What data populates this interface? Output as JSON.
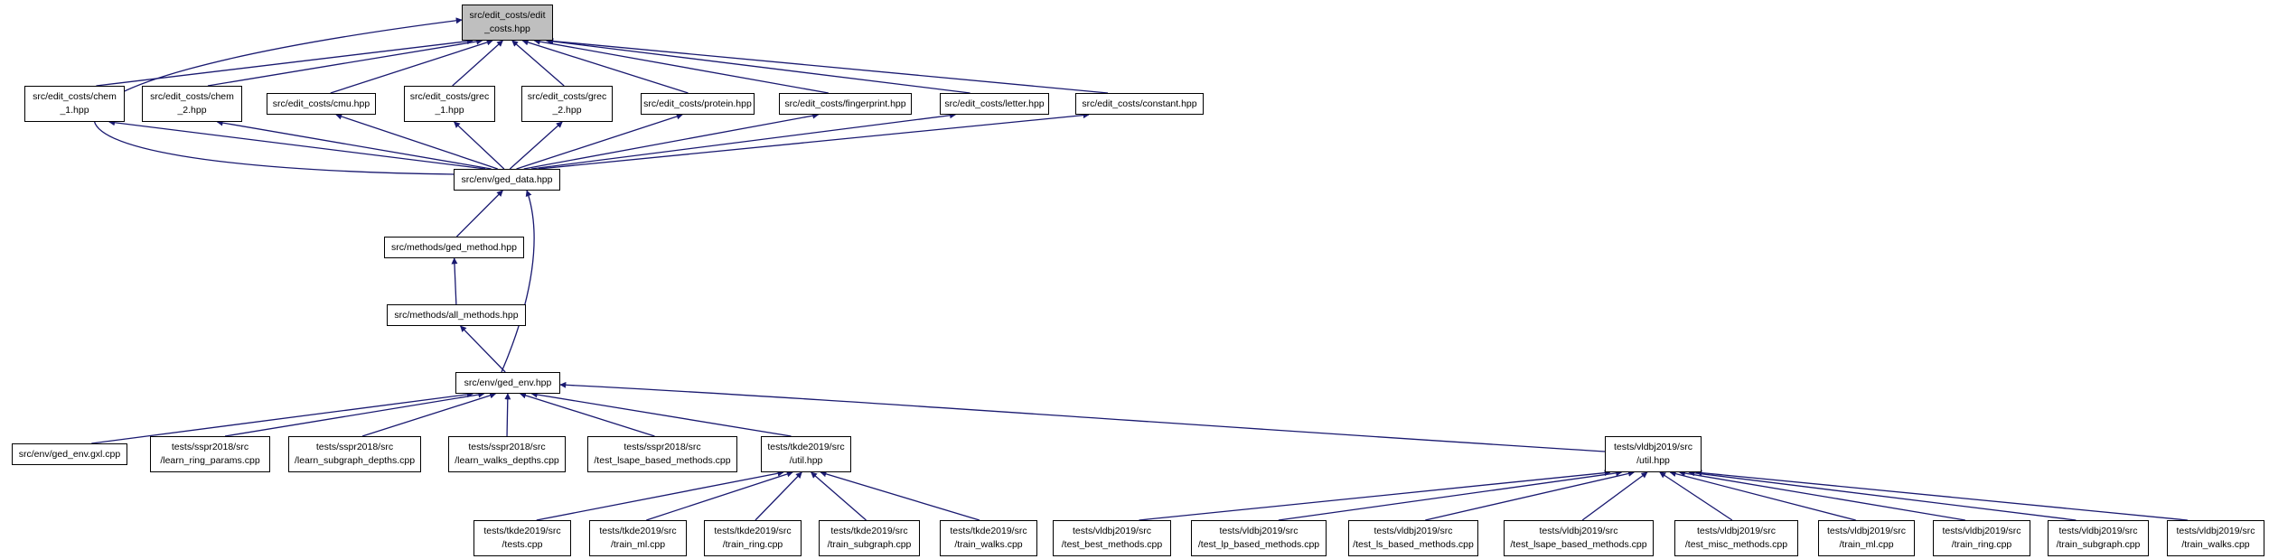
{
  "diagram": {
    "type": "include-dependency-graph",
    "colors": {
      "edge": "#191970",
      "node_border": "#000000",
      "node_fill": "#ffffff",
      "root_fill": "#bfbfbf"
    },
    "nodes": [
      {
        "id": "root",
        "lines": [
          "src/edit_costs/edit",
          "_costs.hpp"
        ],
        "root": true
      },
      {
        "id": "chem1",
        "lines": [
          "src/edit_costs/chem",
          "_1.hpp"
        ]
      },
      {
        "id": "chem2",
        "lines": [
          "src/edit_costs/chem",
          "_2.hpp"
        ]
      },
      {
        "id": "cmu",
        "lines": [
          "src/edit_costs/cmu.hpp"
        ]
      },
      {
        "id": "grec1",
        "lines": [
          "src/edit_costs/grec",
          "_1.hpp"
        ]
      },
      {
        "id": "grec2",
        "lines": [
          "src/edit_costs/grec",
          "_2.hpp"
        ]
      },
      {
        "id": "protein",
        "lines": [
          "src/edit_costs/protein.hpp"
        ]
      },
      {
        "id": "fingerprint",
        "lines": [
          "src/edit_costs/fingerprint.hpp"
        ]
      },
      {
        "id": "letter",
        "lines": [
          "src/edit_costs/letter.hpp"
        ]
      },
      {
        "id": "constant",
        "lines": [
          "src/edit_costs/constant.hpp"
        ]
      },
      {
        "id": "ged_data",
        "lines": [
          "src/env/ged_data.hpp"
        ]
      },
      {
        "id": "ged_method",
        "lines": [
          "src/methods/ged_method.hpp"
        ]
      },
      {
        "id": "all_methods",
        "lines": [
          "src/methods/all_methods.hpp"
        ]
      },
      {
        "id": "ged_env",
        "lines": [
          "src/env/ged_env.hpp"
        ]
      },
      {
        "id": "ged_env_gxl",
        "lines": [
          "src/env/ged_env.gxl.cpp"
        ]
      },
      {
        "id": "ssrp_ring",
        "lines": [
          "tests/sspr2018/src",
          "/learn_ring_params.cpp"
        ]
      },
      {
        "id": "ssrp_subgraph",
        "lines": [
          "tests/sspr2018/src",
          "/learn_subgraph_depths.cpp"
        ]
      },
      {
        "id": "ssrp_walks",
        "lines": [
          "tests/sspr2018/src",
          "/learn_walks_depths.cpp"
        ]
      },
      {
        "id": "ssrp_lsape",
        "lines": [
          "tests/sspr2018/src",
          "/test_lsape_based_methods.cpp"
        ]
      },
      {
        "id": "tkde_util",
        "lines": [
          "tests/tkde2019/src",
          "/util.hpp"
        ]
      },
      {
        "id": "vldbj_util",
        "lines": [
          "tests/vldbj2019/src",
          "/util.hpp"
        ]
      },
      {
        "id": "tkde_tests",
        "lines": [
          "tests/tkde2019/src",
          "/tests.cpp"
        ]
      },
      {
        "id": "tkde_train_ml",
        "lines": [
          "tests/tkde2019/src",
          "/train_ml.cpp"
        ]
      },
      {
        "id": "tkde_train_ring",
        "lines": [
          "tests/tkde2019/src",
          "/train_ring.cpp"
        ]
      },
      {
        "id": "tkde_train_subgraph",
        "lines": [
          "tests/tkde2019/src",
          "/train_subgraph.cpp"
        ]
      },
      {
        "id": "tkde_train_walks",
        "lines": [
          "tests/tkde2019/src",
          "/train_walks.cpp"
        ]
      },
      {
        "id": "vldbj_best",
        "lines": [
          "tests/vldbj2019/src",
          "/test_best_methods.cpp"
        ]
      },
      {
        "id": "vldbj_lp",
        "lines": [
          "tests/vldbj2019/src",
          "/test_lp_based_methods.cpp"
        ]
      },
      {
        "id": "vldbj_ls",
        "lines": [
          "tests/vldbj2019/src",
          "/test_ls_based_methods.cpp"
        ]
      },
      {
        "id": "vldbj_lsape",
        "lines": [
          "tests/vldbj2019/src",
          "/test_lsape_based_methods.cpp"
        ]
      },
      {
        "id": "vldbj_misc",
        "lines": [
          "tests/vldbj2019/src",
          "/test_misc_methods.cpp"
        ]
      },
      {
        "id": "vldbj_train_ml",
        "lines": [
          "tests/vldbj2019/src",
          "/train_ml.cpp"
        ]
      },
      {
        "id": "vldbj_train_ring",
        "lines": [
          "tests/vldbj2019/src",
          "/train_ring.cpp"
        ]
      },
      {
        "id": "vldbj_train_subgraph",
        "lines": [
          "tests/vldbj2019/src",
          "/train_subgraph.cpp"
        ]
      },
      {
        "id": "vldbj_train_walks",
        "lines": [
          "tests/vldbj2019/src",
          "/train_walks.cpp"
        ]
      }
    ],
    "edges": [
      [
        "chem1",
        "root"
      ],
      [
        "chem2",
        "root"
      ],
      [
        "cmu",
        "root"
      ],
      [
        "grec1",
        "root"
      ],
      [
        "grec2",
        "root"
      ],
      [
        "protein",
        "root"
      ],
      [
        "fingerprint",
        "root"
      ],
      [
        "letter",
        "root"
      ],
      [
        "constant",
        "root"
      ],
      [
        "ged_data",
        "root"
      ],
      [
        "ged_data",
        "chem1"
      ],
      [
        "ged_data",
        "chem2"
      ],
      [
        "ged_data",
        "cmu"
      ],
      [
        "ged_data",
        "grec1"
      ],
      [
        "ged_data",
        "grec2"
      ],
      [
        "ged_data",
        "protein"
      ],
      [
        "ged_data",
        "fingerprint"
      ],
      [
        "ged_data",
        "letter"
      ],
      [
        "ged_data",
        "constant"
      ],
      [
        "ged_method",
        "ged_data"
      ],
      [
        "ged_env",
        "ged_data"
      ],
      [
        "all_methods",
        "ged_method"
      ],
      [
        "ged_env",
        "all_methods"
      ],
      [
        "ged_env_gxl",
        "ged_env"
      ],
      [
        "ssrp_ring",
        "ged_env"
      ],
      [
        "ssrp_subgraph",
        "ged_env"
      ],
      [
        "ssrp_walks",
        "ged_env"
      ],
      [
        "ssrp_lsape",
        "ged_env"
      ],
      [
        "tkde_util",
        "ged_env"
      ],
      [
        "vldbj_util",
        "ged_env"
      ],
      [
        "tkde_tests",
        "tkde_util"
      ],
      [
        "tkde_train_ml",
        "tkde_util"
      ],
      [
        "tkde_train_ring",
        "tkde_util"
      ],
      [
        "tkde_train_subgraph",
        "tkde_util"
      ],
      [
        "tkde_train_walks",
        "tkde_util"
      ],
      [
        "vldbj_best",
        "vldbj_util"
      ],
      [
        "vldbj_lp",
        "vldbj_util"
      ],
      [
        "vldbj_ls",
        "vldbj_util"
      ],
      [
        "vldbj_lsape",
        "vldbj_util"
      ],
      [
        "vldbj_misc",
        "vldbj_util"
      ],
      [
        "vldbj_train_ml",
        "vldbj_util"
      ],
      [
        "vldbj_train_ring",
        "vldbj_util"
      ],
      [
        "vldbj_train_subgraph",
        "vldbj_util"
      ],
      [
        "vldbj_train_walks",
        "vldbj_util"
      ]
    ]
  }
}
